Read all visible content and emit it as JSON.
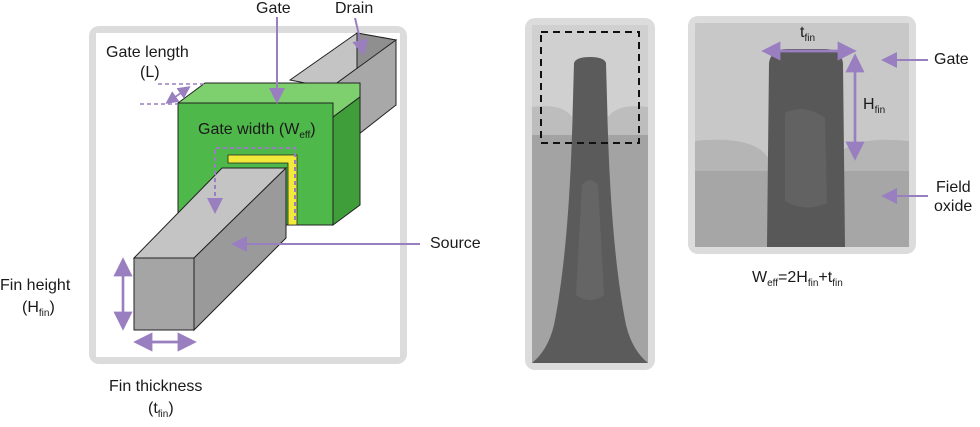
{
  "labels": {
    "gate": "Gate",
    "drain": "Drain",
    "gate_length": "Gate length",
    "gate_length_sym": "(L)",
    "gate_width": "Gate width (W",
    "gate_width_sub": "eff",
    "gate_width_close": ")",
    "source": "Source",
    "fin_height": "Fin height",
    "fin_height_sym_open": "(H",
    "fin_height_sym_sub": "fin",
    "fin_height_sym_close": ")",
    "fin_thickness": "Fin thickness",
    "fin_thickness_sym_open": "(t",
    "fin_thickness_sym_sub": "fin",
    "fin_thickness_sym_close": ")",
    "tem_t": "t",
    "tem_t_sub": "fin",
    "tem_h": "H",
    "tem_h_sub": "fin",
    "tem_gate": "Gate",
    "field_oxide_1": "Field",
    "field_oxide_2": "oxide",
    "formula": {
      "w": "W",
      "w_sub": "eff",
      "eq": "=2H",
      "h_sub": "fin",
      "plus": "+t",
      "t_sub": "fin"
    }
  },
  "colors": {
    "gate_green": "#4fb84a",
    "fin_gray": "#9a9a9a",
    "arrow_purple": "#9a7fc0",
    "panel_gray": "#dcdcdc"
  }
}
